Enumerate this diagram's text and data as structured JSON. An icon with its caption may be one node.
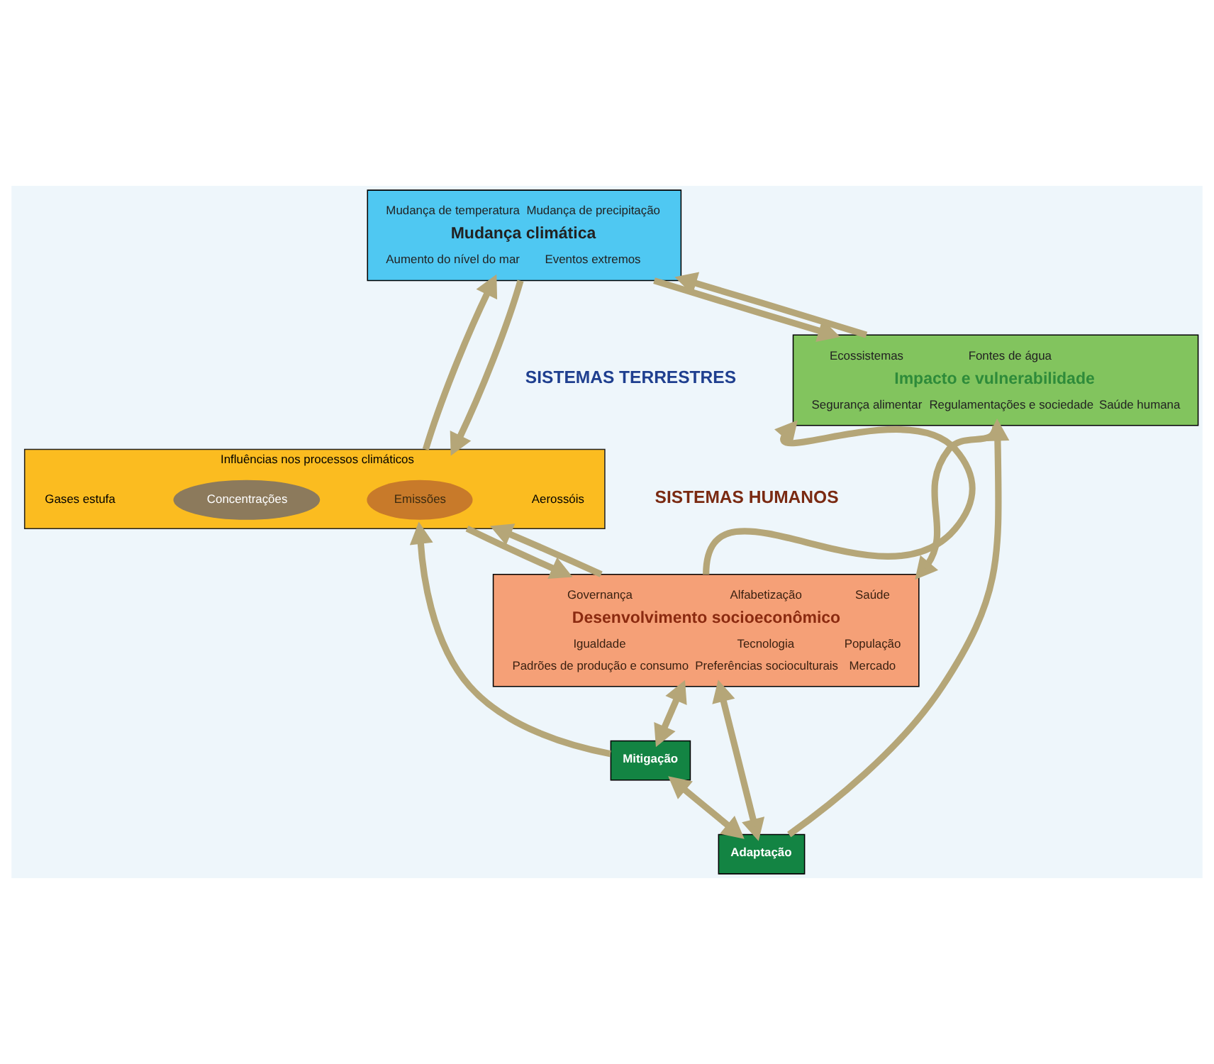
{
  "diagram": {
    "nodes": [
      {
        "text": [
          "Mudança de temperatura",
          "Mudança de precipitação",
          "Mudança climática",
          "Aumento do nível do mar",
          "Eventos extremos"
        ]
      },
      {
        "text": [
          "Influências nos processos climáticos",
          "Gases estufa",
          "Aerossóis"
        ]
      },
      {
        "text": [
          "Concentrações"
        ],
        "in": 1
      },
      {
        "text": [
          "Emissões"
        ],
        "in": 1
      },
      {
        "text": [
          "Ecossistemas",
          "Fontes de água",
          "Impacto e vulnerabilidade",
          "Segurança alimentar",
          "Regulamentações e sociedade",
          "Saúde humana"
        ]
      },
      {
        "text": [
          "Governança",
          "Alfabetização",
          "Saúde",
          "Desenvolvimento socioeconômico",
          "Igualdade",
          "Tecnologia",
          "População",
          "Padrões de produção e consumo",
          "Preferências socioculturais",
          "Mercado"
        ]
      },
      {
        "text": [
          "Mitigação"
        ]
      },
      {
        "text": [
          "Adaptação"
        ]
      }
    ],
    "edges": [
      {
        "from": 1,
        "to": 0,
        "arrow": "to"
      },
      {
        "from": 0,
        "to": 1,
        "arrow": "to"
      },
      {
        "from": 0,
        "to": 4,
        "arrow": "to"
      },
      {
        "from": 4,
        "to": 0,
        "arrow": "to"
      },
      {
        "from": 1,
        "to": 5,
        "arrow": "to"
      },
      {
        "from": 5,
        "to": 1,
        "arrow": "to"
      },
      {
        "from": 6,
        "to": 1,
        "arrow": "to"
      },
      {
        "from": 5,
        "to": 4,
        "arrow": "to"
      },
      {
        "from": 4,
        "to": 5,
        "arrow": "to"
      },
      {
        "from": 7,
        "to": 4,
        "arrow": "to"
      },
      {
        "from": 5,
        "to": 6,
        "arrow": "both"
      },
      {
        "from": 5,
        "to": 7,
        "arrow": "both"
      },
      {
        "from": 6,
        "to": 7,
        "arrow": "both"
      }
    ],
    "labels": [
      "SISTEMAS TERRESTRES",
      "SISTEMAS HUMANOS"
    ]
  }
}
